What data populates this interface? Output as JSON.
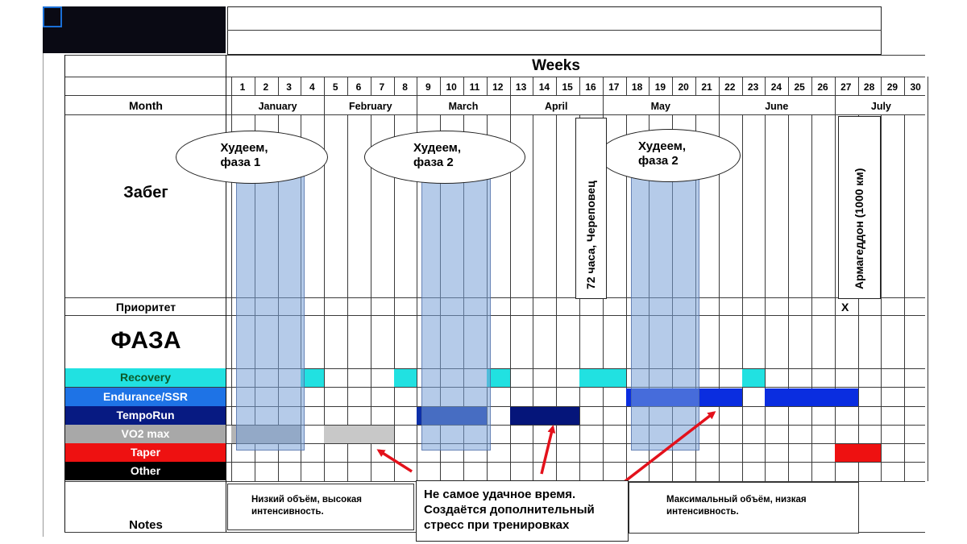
{
  "header": {
    "weeks_title": "Weeks"
  },
  "weeks": [
    "1",
    "2",
    "3",
    "4",
    "5",
    "6",
    "7",
    "8",
    "9",
    "10",
    "11",
    "12",
    "13",
    "14",
    "15",
    "16",
    "17",
    "18",
    "19",
    "20",
    "21",
    "22",
    "23",
    "24",
    "25",
    "26",
    "27",
    "28",
    "29",
    "30"
  ],
  "months": [
    {
      "label": "January",
      "start": 1,
      "end": 4
    },
    {
      "label": "February",
      "start": 5,
      "end": 8
    },
    {
      "label": "March",
      "start": 9,
      "end": 12
    },
    {
      "label": "April",
      "start": 13,
      "end": 16
    },
    {
      "label": "May",
      "start": 17,
      "end": 21
    },
    {
      "label": "June",
      "start": 22,
      "end": 26
    },
    {
      "label": "July",
      "start": 27,
      "end": 30
    }
  ],
  "rows": {
    "month_label": "Month",
    "race_label": "Забег",
    "priority_label": "Приоритет",
    "phase_label": "ФАЗА",
    "notes_label": "Notes",
    "categories": [
      {
        "label": "Recovery",
        "bg": "#21e1e1",
        "fg": "#0b5a2a"
      },
      {
        "label": "Endurance/SSR",
        "bg": "#1e73e6",
        "fg": "#ffffff"
      },
      {
        "label": "TempoRun",
        "bg": "#071a82",
        "fg": "#ffffff"
      },
      {
        "label": "VO2 max",
        "bg": "#a8a8a8",
        "fg": "#ffffff"
      },
      {
        "label": "Taper",
        "bg": "#ee1111",
        "fg": "#ffffff"
      },
      {
        "label": "Other",
        "bg": "#000000",
        "fg": "#ffffff"
      }
    ]
  },
  "weight_phases": [
    {
      "line1": "Худеем,",
      "line2": "фаза 1",
      "weeks": [
        1,
        3
      ]
    },
    {
      "line1": "Худеем,",
      "line2": "фаза 2",
      "weeks": [
        9,
        11
      ]
    },
    {
      "line1": "Худеем,",
      "line2": "фаза 2",
      "weeks": [
        18,
        20
      ]
    }
  ],
  "races": [
    {
      "label": "72 часа, Череповец",
      "week": 16
    },
    {
      "label": "Армагеддон (1000 км)",
      "week": 27
    }
  ],
  "priority_mark": {
    "label": "X",
    "week": 27
  },
  "fills": [
    {
      "row": 0,
      "weeks": [
        4,
        4
      ],
      "color": "#21e1e1"
    },
    {
      "row": 0,
      "weeks": [
        8,
        8
      ],
      "color": "#21e1e1"
    },
    {
      "row": 0,
      "weeks": [
        12,
        12
      ],
      "color": "#21e1e1"
    },
    {
      "row": 0,
      "weeks": [
        16,
        17
      ],
      "color": "#21e1e1"
    },
    {
      "row": 0,
      "weeks": [
        23,
        23
      ],
      "color": "#21e1e1"
    },
    {
      "row": 1,
      "weeks": [
        18,
        22
      ],
      "color": "#0a2de0"
    },
    {
      "row": 1,
      "weeks": [
        24,
        27
      ],
      "color": "#0a2de0"
    },
    {
      "row": 2,
      "weeks": [
        9,
        11
      ],
      "color": "#0d2fa8"
    },
    {
      "row": 2,
      "weeks": [
        13,
        15
      ],
      "color": "#05157a"
    },
    {
      "row": 3,
      "weeks": [
        1,
        3
      ],
      "color": "#b4b4b4"
    },
    {
      "row": 3,
      "weeks": [
        5,
        7
      ],
      "color": "#c8c8c8"
    },
    {
      "row": 4,
      "weeks": [
        27,
        28
      ],
      "color": "#ee1111"
    }
  ],
  "notes": [
    {
      "text": "Низкий объём, высокая\nинтенсивность."
    },
    {
      "text": "Не самое удачное время.\nСоздаётся дополнительный\nстресс при тренировках"
    },
    {
      "text": "Максимальный объём, низкая\nинтенсивность."
    }
  ]
}
